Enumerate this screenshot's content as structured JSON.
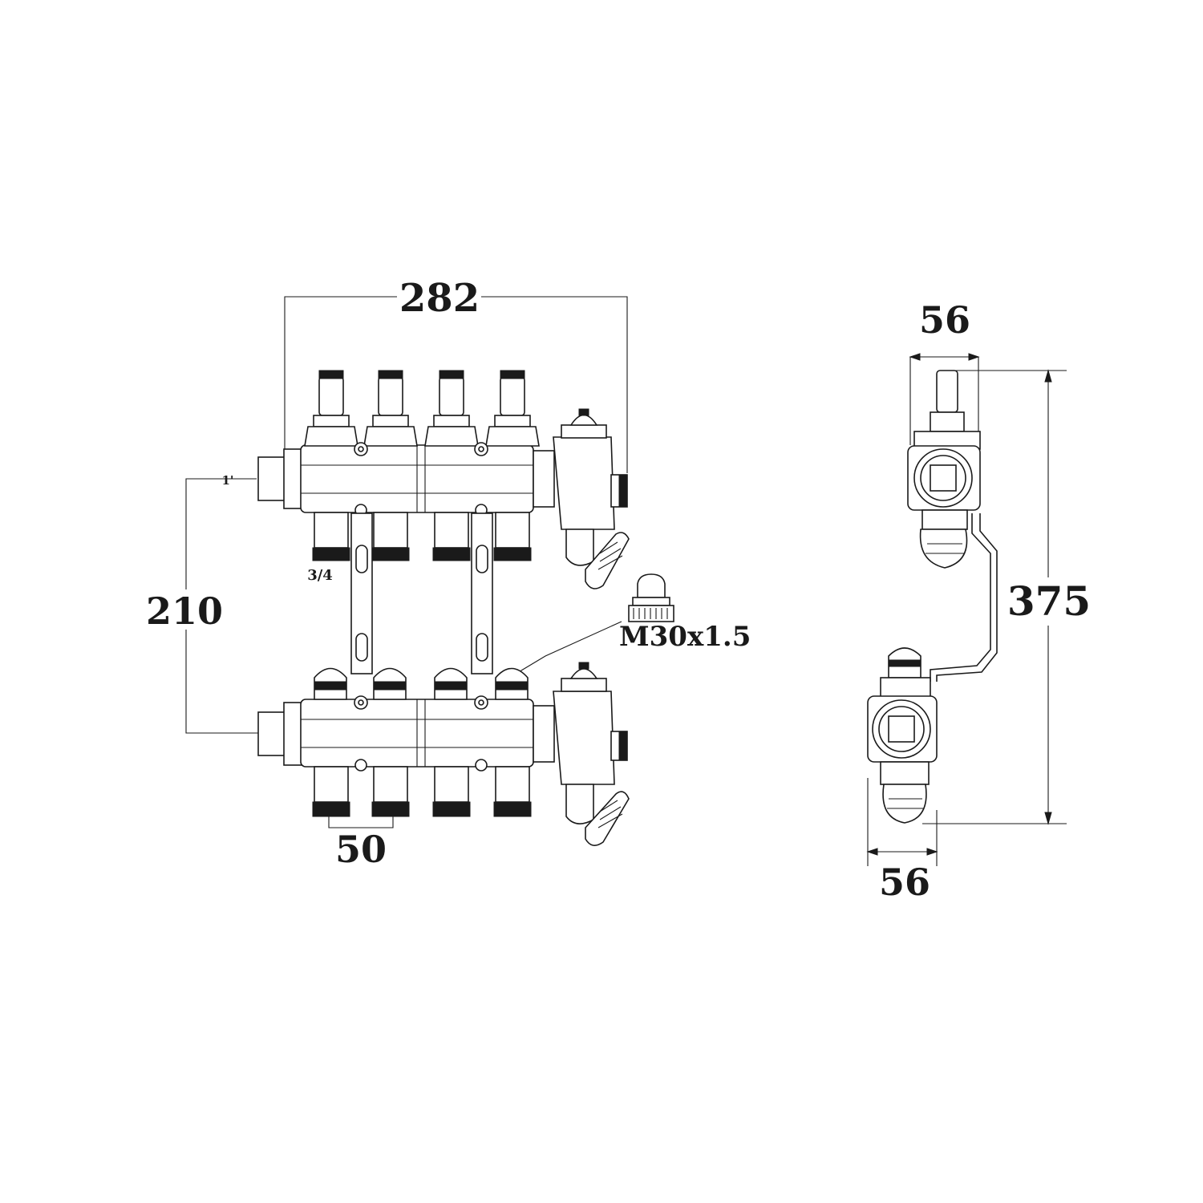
{
  "front_view": {
    "width_dim": "282",
    "height_dim": "210",
    "pitch_dim": "50",
    "inlet_size": "1'",
    "outlet_size": "3/4",
    "thread_size": "M30x1.5"
  },
  "side_view": {
    "top_depth_dim": "56",
    "height_dim": "375",
    "bottom_depth_dim": "56"
  },
  "colors": {
    "line": "#1a1a1a",
    "background": "#ffffff"
  }
}
